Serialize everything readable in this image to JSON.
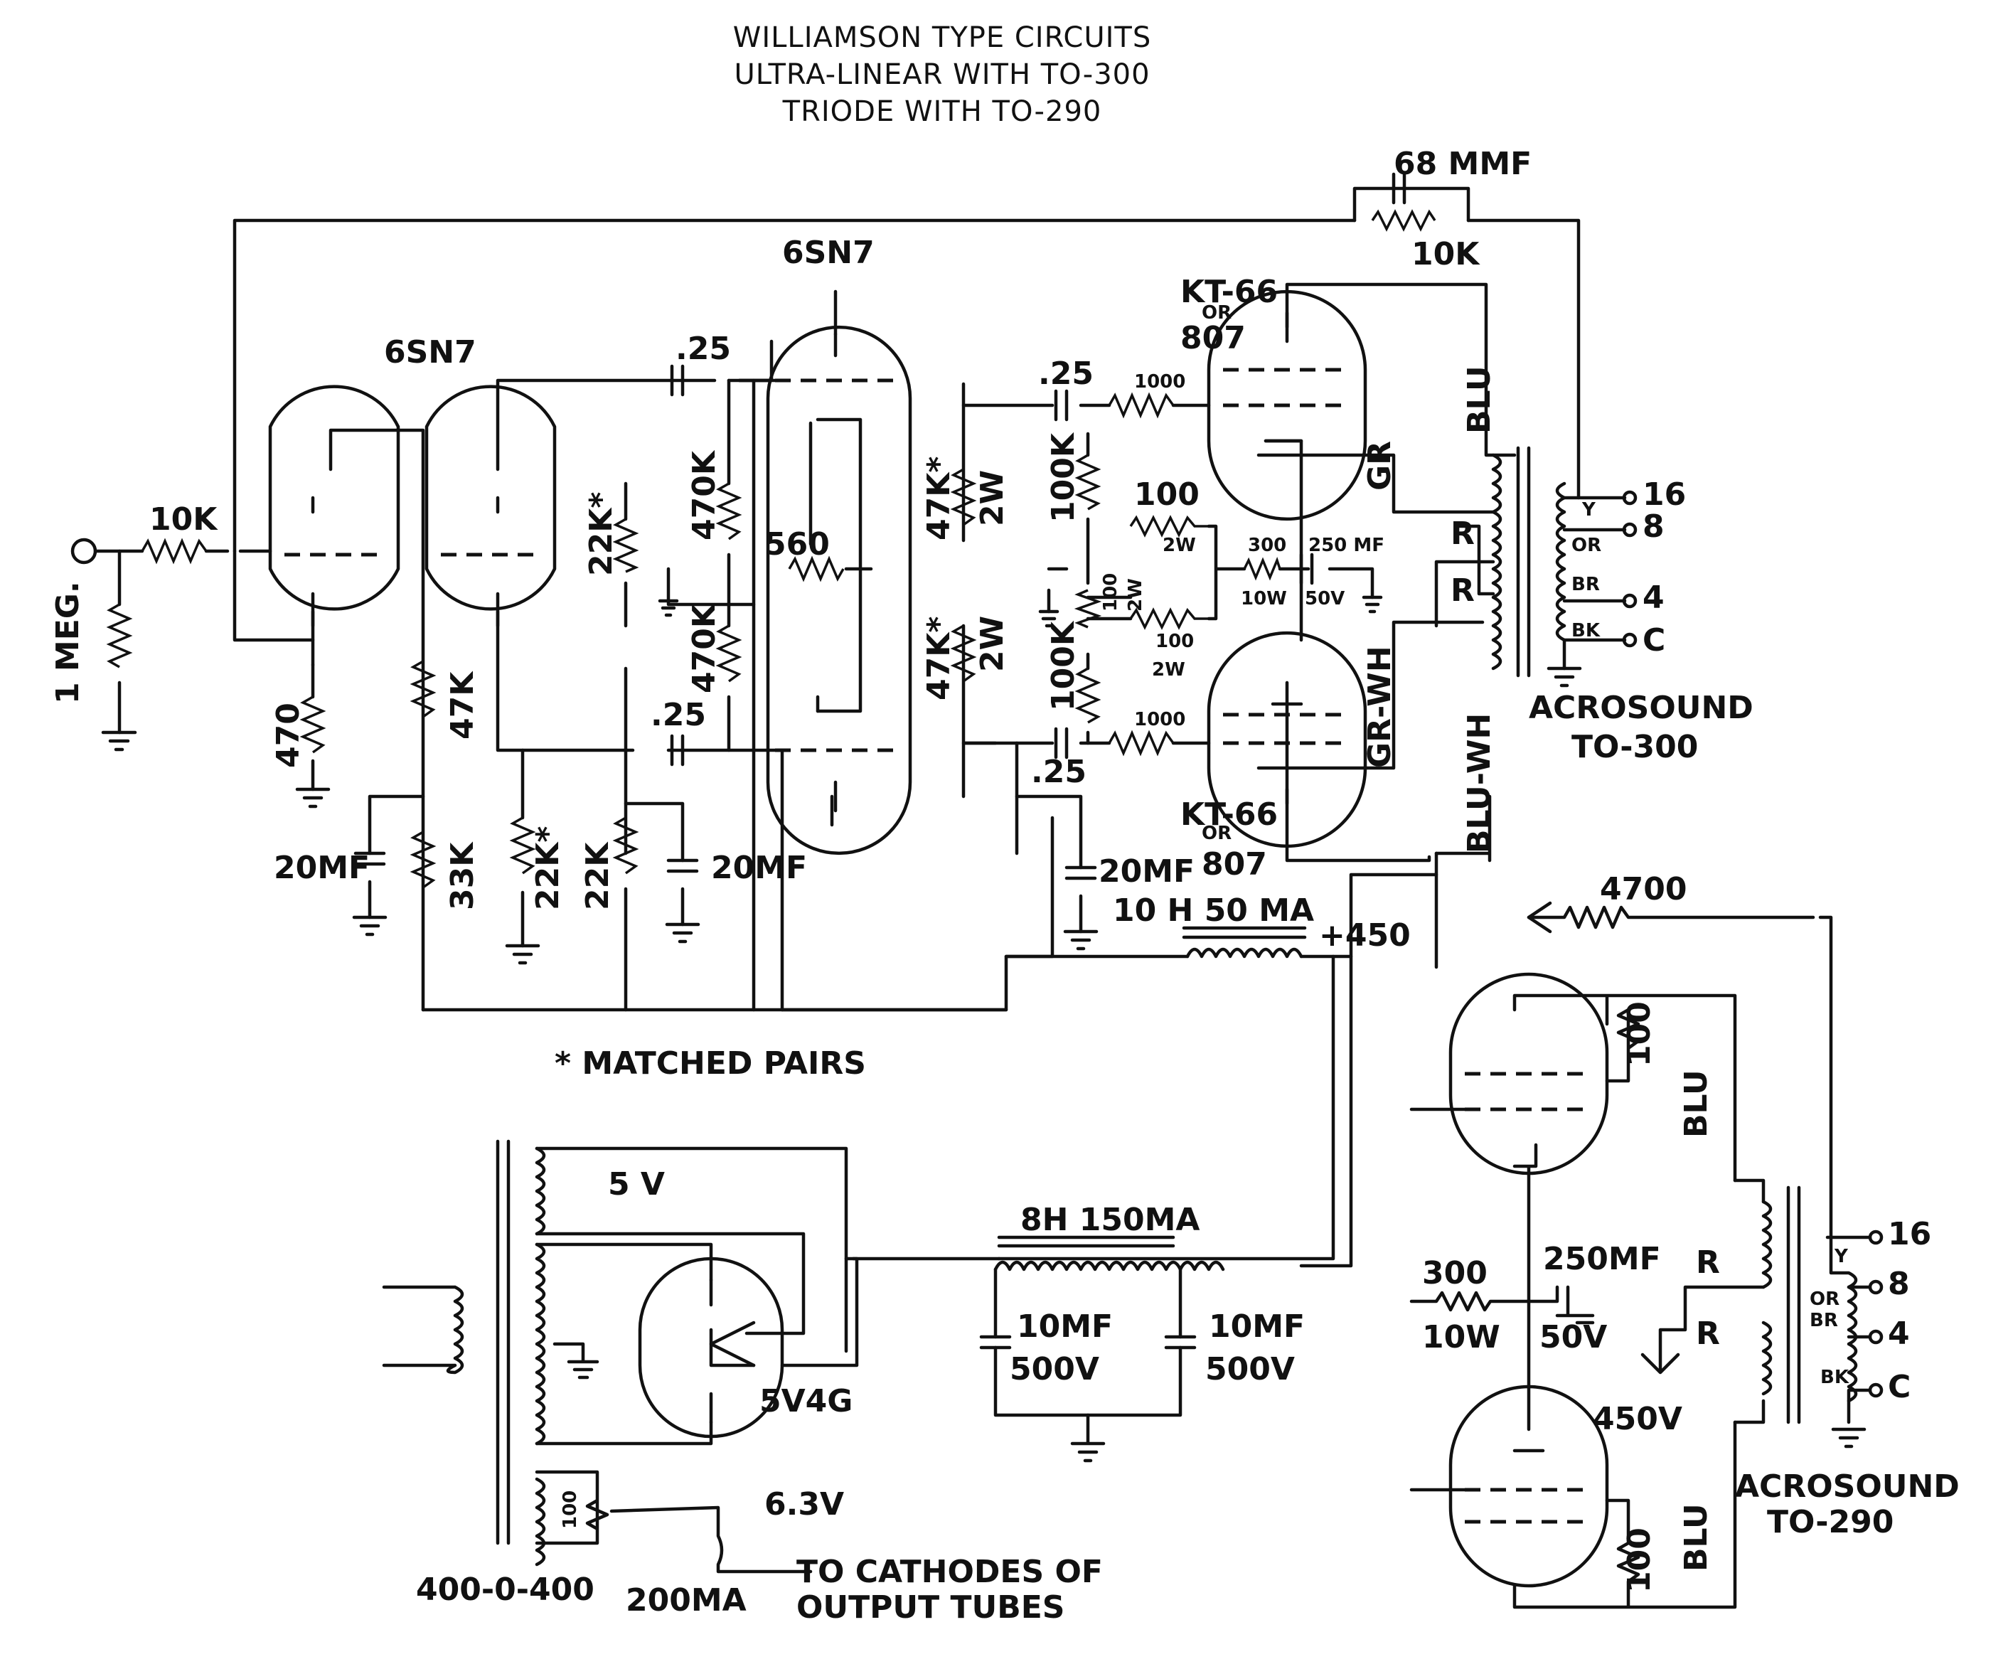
{
  "title": {
    "line1": "WILLIAMSON TYPE CIRCUITS",
    "line2": "ULTRA-LINEAR WITH TO-300",
    "line3": "TRIODE WITH TO-290"
  },
  "tubes": {
    "v1": "6SN7",
    "v2": "6SN7",
    "out_top": "KT-66",
    "out_bot": "KT-66",
    "or": "OR",
    "alt": "807",
    "rectifier": "5V4G"
  },
  "main": {
    "feedback_cap": "68 MMF",
    "feedback_res": "10K",
    "input_res": "10K",
    "grid_res": "1 MEG.",
    "r470": "470",
    "r47k": "47K",
    "r33k": "33K",
    "r22k_star_a": "22K*",
    "r22k_star_b": "22K*",
    "r22k": "22K",
    "c20mf_a": "20MF",
    "c20mf_b": "20MF",
    "c20mf_c": "20MF",
    "c25_a": ".25",
    "c25_b": ".25",
    "c25_c": ".25",
    "c25_d": ".25",
    "r470k_a": "470K",
    "r470k_b": "470K",
    "r560": "560",
    "r47k_star_a": "47K*",
    "r47k_star_b": "47K*",
    "two_w": "2W",
    "r100k_a": "100K",
    "r100k_b": "100K",
    "pot100": "100",
    "pot2w": "2W",
    "r1000_a": "1000",
    "r1000_b": "1000",
    "r100_a": "100",
    "r100_b": "100",
    "r300": "300",
    "r300w": "10W",
    "c250": "250 MF",
    "c250v": "50V",
    "choke": "10 H  50 MA",
    "b_plus": "+450",
    "matched": "* MATCHED PAIRS"
  },
  "ot300": {
    "blu": "BLU",
    "gr": "GR",
    "grwh": "GR-WH",
    "bluwh": "BLU-WH",
    "r": "R",
    "y": "Y",
    "or": "OR",
    "br": "BR",
    "bk": "BK",
    "t16": "16",
    "t8": "8",
    "t4": "4",
    "tc": "C",
    "name1": "ACROSOUND",
    "name2": "TO-300"
  },
  "supply": {
    "v5": "5 V",
    "v63": "6.3V",
    "pot100": "100",
    "ptx": "400-0-400",
    "ma200": "200MA",
    "note1": "TO  CATHODES  OF",
    "note2": "OUTPUT  TUBES",
    "choke": "8H  150MA",
    "c1": "10MF",
    "c1v": "500V",
    "c2": "10MF",
    "c2v": "500V"
  },
  "triode": {
    "r4700": "4700",
    "r100_a": "100",
    "r100_b": "100",
    "r300": "300",
    "r300w": "10W",
    "c250": "250MF",
    "c250v": "50V",
    "v450": "450V",
    "blu_a": "BLU",
    "blu_b": "BLU",
    "r_a": "R",
    "r_b": "R",
    "y": "Y",
    "or": "OR",
    "br": "BR",
    "bk": "BK",
    "t16": "16",
    "t8": "8",
    "t4": "4",
    "tc": "C",
    "name1": "ACROSOUND",
    "name2": "TO-290"
  }
}
